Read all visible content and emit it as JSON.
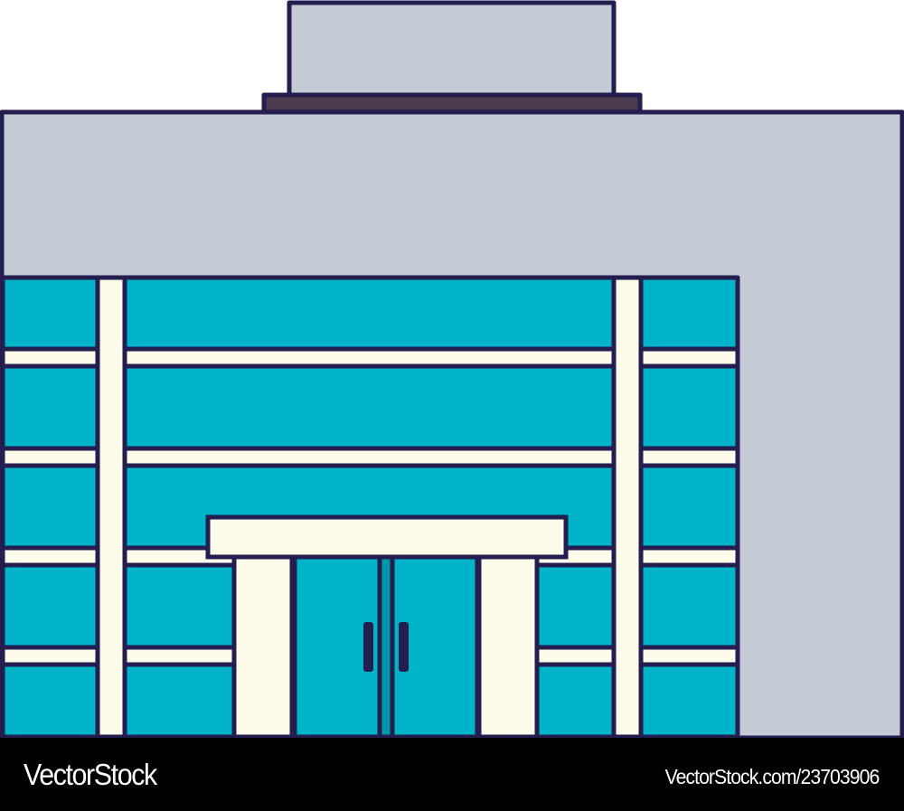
{
  "image": {
    "subject": "office building facade illustration",
    "colors": {
      "outline": "#231e4f",
      "wall": "#c5cbd6",
      "roof_trim": "#4a3b4f",
      "glass": "#00b3c9",
      "frame": "#fffbea",
      "door_seam": "#0097ac",
      "footer_bg": "#000000",
      "footer_text": "#ffffff"
    }
  },
  "watermark": {
    "brand": "VectorStock",
    "reference": "VectorStock.com/23703906"
  }
}
